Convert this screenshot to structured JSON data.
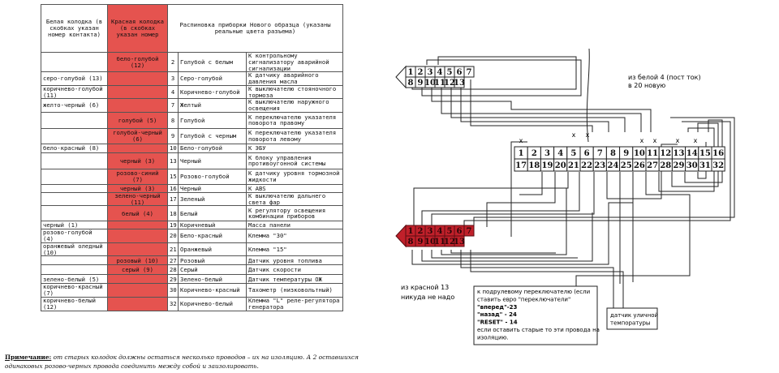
{
  "table": {
    "headers": [
      "Белая колодка (в скобках указан номер контакта)",
      "Красная колодка (в скобках указан номер",
      "",
      "Распиновка приборки Нового образца (указаны реальные цвета разъема)"
    ],
    "rows": [
      {
        "white": "",
        "red": "бело-голубой (12)",
        "pin": "2",
        "color": "Голубой с белым",
        "desc": "К контрольному сигнализатору аварийной сигнализации"
      },
      {
        "white": "серо-голубой (13)",
        "red": "",
        "pin": "3",
        "color": "Серо-голубой",
        "desc": "К датчику аварийного давления масла"
      },
      {
        "white": "коричнево-голубой (11)",
        "red": "",
        "pin": "4",
        "color": "Коричнево-голубой",
        "desc": "К выключателю стояночного тормоза"
      },
      {
        "white": "желто-черный (6)",
        "red": "",
        "pin": "7",
        "color": "Желтый",
        "desc": "К выключателю наружного освещения"
      },
      {
        "white": "",
        "red": "голубой (5)",
        "pin": "8",
        "color": "Голубой",
        "desc": "К переключателю указателя поворота правому"
      },
      {
        "white": "",
        "red": "голубой-черный (6)",
        "pin": "9",
        "color": "Голубой с черным",
        "desc": "К переключателю указателя поворота левому"
      },
      {
        "white": "бело-красный (8)",
        "red": "",
        "pin": "10",
        "color": "Бело-голубой",
        "desc": "К ЭБУ"
      },
      {
        "white": "",
        "red": "черный (3)",
        "pin": "13",
        "color": "Черный",
        "desc": "К блоку управления противоугонной системы"
      },
      {
        "white": "",
        "red": "розово-синий (7)",
        "pin": "15",
        "color": "Розово-голубой",
        "desc": "К датчику уровня тормозной жидкости"
      },
      {
        "white": "",
        "red": "черный (3)",
        "pin": "16",
        "color": "Черный",
        "desc": "К ABS"
      },
      {
        "white": "",
        "red": "зелено-черный (11)",
        "pin": "17",
        "color": "Зеленый",
        "desc": "К выключателю дальнего света фар"
      },
      {
        "white": "",
        "red": "белый (4)",
        "pin": "18",
        "color": "Белый",
        "desc": "К регулятору освещения комбинации приборов"
      },
      {
        "white": "черный (1)",
        "red": "",
        "pin": "19",
        "color": "Коричневый",
        "desc": "Масса панели"
      },
      {
        "white": "розово-голубой (4)",
        "red": "",
        "pin": "20",
        "color": "Бело-красный",
        "desc": "Клемма \"30\""
      },
      {
        "white": "оранжевый оледный (10)",
        "red": "",
        "pin": "21",
        "color": "Оранжевый",
        "desc": "Клемма \"15\""
      },
      {
        "white": "",
        "red": "розовый (10)",
        "pin": "27",
        "color": "Розовый",
        "desc": "Датчик уровня топлива"
      },
      {
        "white": "",
        "red": "серый (9)",
        "pin": "28",
        "color": "Серый",
        "desc": "Датчик скорости"
      },
      {
        "white": "зелено-белый (5)",
        "red": "",
        "pin": "29",
        "color": "Зелено-белый",
        "desc": "Датчик температуры ОЖ"
      },
      {
        "white": "коричнево-красный (7)",
        "red": "",
        "pin": "30",
        "color": "Коричнево-красный",
        "desc": "Тахометр (низковольтный)"
      },
      {
        "white": "коричнево-белый (12)",
        "red": "",
        "pin": "32",
        "color": "Коричнево-белый",
        "desc": "Клемма \"L\" реле-регулятора генератора"
      }
    ]
  },
  "note": {
    "label": "Примечание:",
    "text": " от старых колодок должны остаться несколько проводов – их на изоляцию. А 2 оставшихся одинаковых розово-черных провода соединить между собой и заизолировать."
  },
  "diagram": {
    "white_connector": {
      "top": [
        "1",
        "2",
        "3",
        "4",
        "5",
        "6",
        "7"
      ],
      "bottom": [
        "8",
        "9",
        "10",
        "11",
        "12",
        "13"
      ]
    },
    "red_connector": {
      "top": [
        "1",
        "2",
        "3",
        "4",
        "5",
        "6",
        "7"
      ],
      "bottom": [
        "8",
        "9",
        "10",
        "11",
        "12",
        "13"
      ]
    },
    "main_connector": {
      "top": [
        "1",
        "2",
        "3",
        "4",
        "5",
        "6",
        "7",
        "8",
        "9",
        "10",
        "11",
        "12",
        "13",
        "14",
        "15",
        "16"
      ],
      "bottom": [
        "17",
        "18",
        "19",
        "20",
        "21",
        "22",
        "23",
        "24",
        "25",
        "26",
        "27",
        "28",
        "29",
        "30",
        "31",
        "32"
      ]
    },
    "x_marks": [
      "x",
      "x",
      "x",
      "x",
      "x",
      "x",
      "x"
    ],
    "label_white": "из белой 4 (пост ток) в 20 новую",
    "label_red": "из красной 13 никуда не надо",
    "box_switch": {
      "lines": [
        "к подрулевому переключателю (если",
        "ставить евро \"переключатели\"",
        "\"вперед\"-23",
        "\"назад\" - 24",
        "\"RESET\" - 14",
        "если оставить старые то эти провода на",
        "изоляцию."
      ]
    },
    "box_temp": {
      "lines": [
        "датчик уличной",
        "темпоратуры"
      ]
    },
    "colors": {
      "red_connector": "#c0202a",
      "line": "#222222",
      "table_red": "#e5534f"
    }
  }
}
